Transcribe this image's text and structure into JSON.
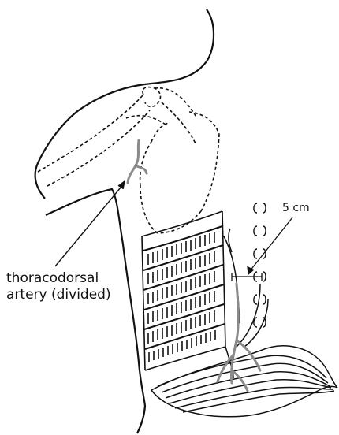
{
  "labels": {
    "artery_line1": "thoracodorsal",
    "artery_line2": "artery (divided)",
    "distance": "5 cm"
  },
  "colors": {
    "ink": "#111111",
    "vessel": "#8a8a8a",
    "background": "#ffffff"
  }
}
